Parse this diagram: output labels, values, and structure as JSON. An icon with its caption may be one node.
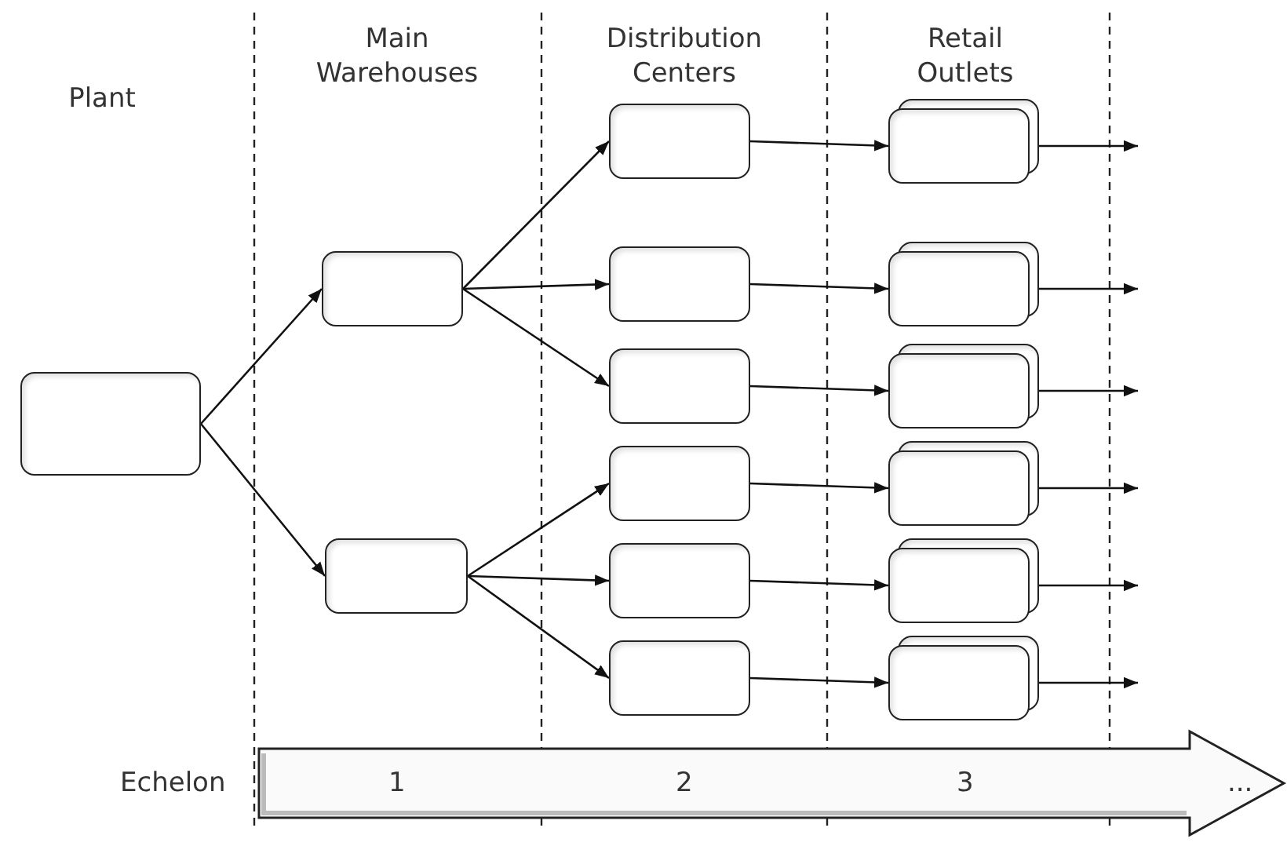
{
  "diagram": {
    "nodes": [
      {
        "text": [],
        "shape": "box"
      },
      {
        "text": [],
        "shape": "box"
      },
      {
        "text": [],
        "shape": "box"
      },
      {
        "text": [],
        "shape": "box"
      },
      {
        "text": [],
        "shape": "box"
      },
      {
        "text": [],
        "shape": "box"
      },
      {
        "text": [],
        "shape": "box"
      },
      {
        "text": [],
        "shape": "box"
      },
      {
        "text": [],
        "shape": "box"
      },
      {
        "text": [],
        "shape": "box"
      },
      {
        "text": [],
        "shape": "box"
      },
      {
        "text": [],
        "shape": "box"
      },
      {
        "text": [],
        "shape": "box"
      },
      {
        "text": [],
        "shape": "box"
      },
      {
        "text": [],
        "shape": "box"
      }
    ],
    "edges": [
      {
        "from": 0,
        "to": 1,
        "arrow": "to"
      },
      {
        "from": 0,
        "to": 2,
        "arrow": "to"
      },
      {
        "from": 1,
        "to": 3,
        "arrow": "to"
      },
      {
        "from": 1,
        "to": 4,
        "arrow": "to"
      },
      {
        "from": 1,
        "to": 5,
        "arrow": "to"
      },
      {
        "from": 2,
        "to": 6,
        "arrow": "to"
      },
      {
        "from": 2,
        "to": 7,
        "arrow": "to"
      },
      {
        "from": 2,
        "to": 8,
        "arrow": "to"
      },
      {
        "from": 3,
        "to": 9,
        "arrow": "to"
      },
      {
        "from": 4,
        "to": 10,
        "arrow": "to"
      },
      {
        "from": 5,
        "to": 11,
        "arrow": "to"
      },
      {
        "from": 6,
        "to": 12,
        "arrow": "to"
      },
      {
        "from": 7,
        "to": 13,
        "arrow": "to"
      },
      {
        "from": 8,
        "to": 14,
        "arrow": "to"
      },
      {
        "from": 9,
        "to": null,
        "arrow": "to"
      },
      {
        "from": 10,
        "to": null,
        "arrow": "to"
      },
      {
        "from": 11,
        "to": null,
        "arrow": "to"
      },
      {
        "from": 12,
        "to": null,
        "arrow": "to"
      },
      {
        "from": 13,
        "to": null,
        "arrow": "to"
      },
      {
        "from": 14,
        "to": null,
        "arrow": "to"
      }
    ],
    "labels": [
      "Plant",
      "Main Warehouses",
      "Distribution Centers",
      "Retail Outlets",
      "Echelon",
      "1",
      "2",
      "3",
      "..."
    ]
  }
}
